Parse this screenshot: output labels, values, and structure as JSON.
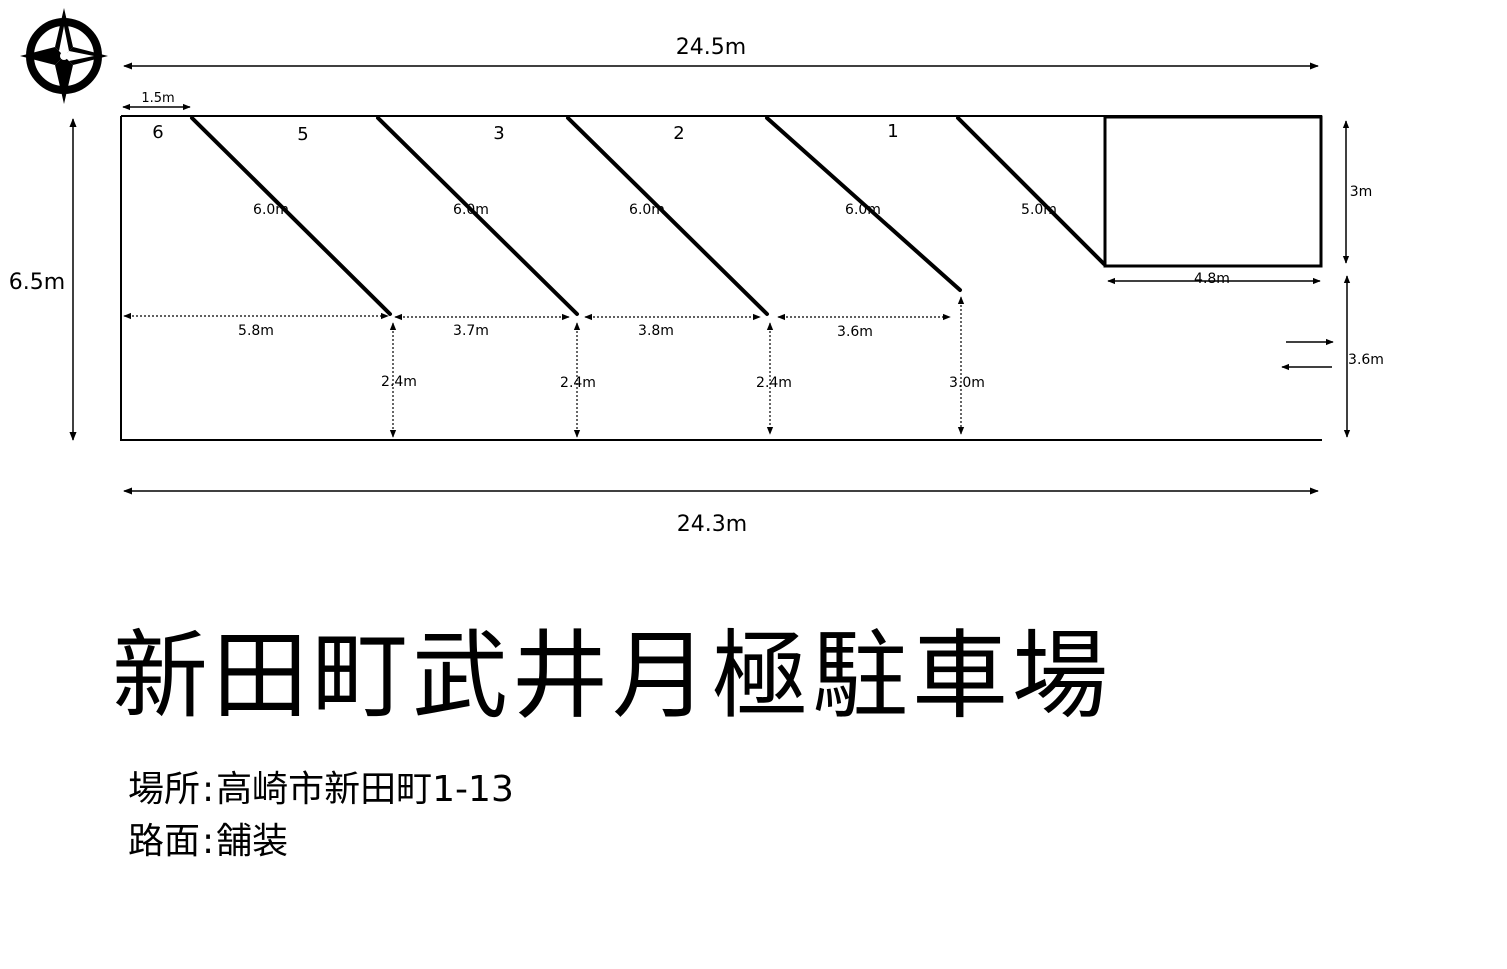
{
  "title": "新田町武井月極駐車場",
  "info": [
    {
      "label": "場所",
      "sep": ":",
      "value": "高崎市新田町1-13"
    },
    {
      "label": "路面",
      "sep": ":",
      "value": "舗装"
    }
  ],
  "dimensions": {
    "top_width": "24.5m",
    "bottom_width": "24.3m",
    "depth": "6.5m",
    "corner_offset": "1.5m",
    "box_height": "3m",
    "box_width": "4.8m",
    "driveway_width": "3.6m"
  },
  "spaces": [
    "6",
    "5",
    "3",
    "2",
    "1"
  ],
  "line_lengths": [
    "6.0m",
    "6.0m",
    "6.0m",
    "6.0m",
    "5.0m"
  ],
  "bay_widths": [
    "5.8m",
    "3.7m",
    "3.8m",
    "3.6m"
  ],
  "line_clearances": [
    "2.4m",
    "2.4m",
    "2.4m",
    "3.0m"
  ],
  "icons": {
    "compass": "compass-rose-icon",
    "traffic": "two-way-arrows-icon"
  }
}
